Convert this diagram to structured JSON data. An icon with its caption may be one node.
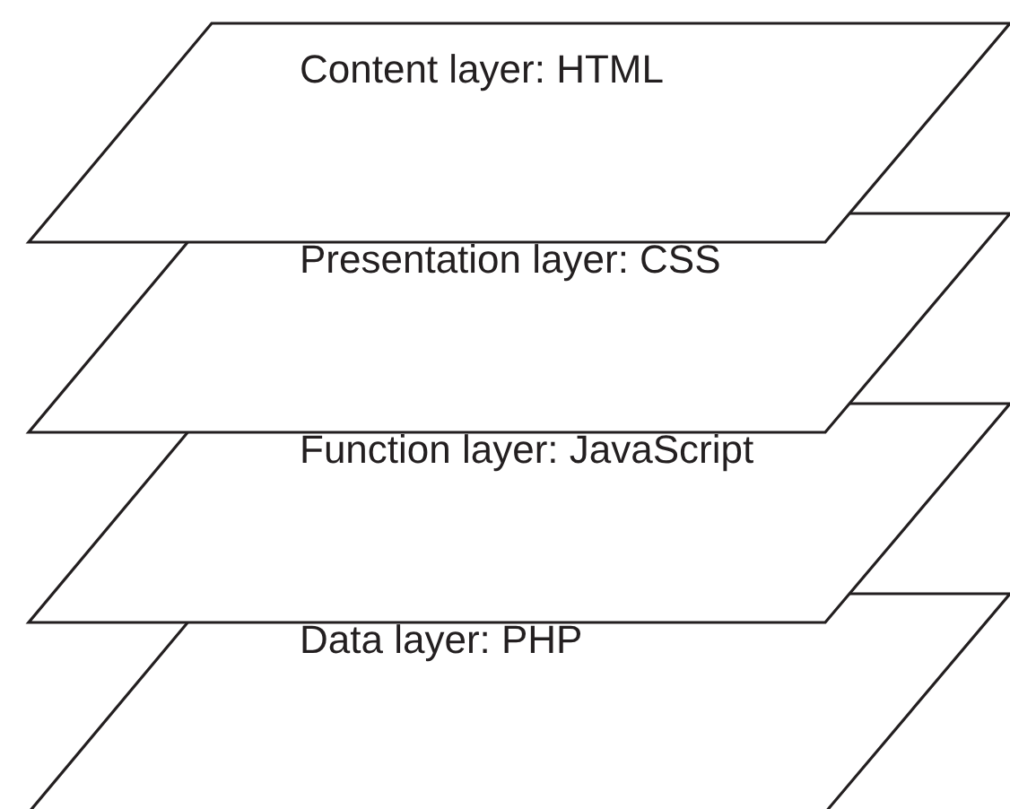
{
  "diagram": {
    "nodes": [
      {
        "text": [
          "Content layer: HTML"
        ]
      },
      {
        "text": [
          "Presentation layer: CSS"
        ]
      },
      {
        "text": [
          "Function layer: JavaScript"
        ]
      },
      {
        "text": [
          "Data layer: PHP"
        ]
      }
    ]
  }
}
